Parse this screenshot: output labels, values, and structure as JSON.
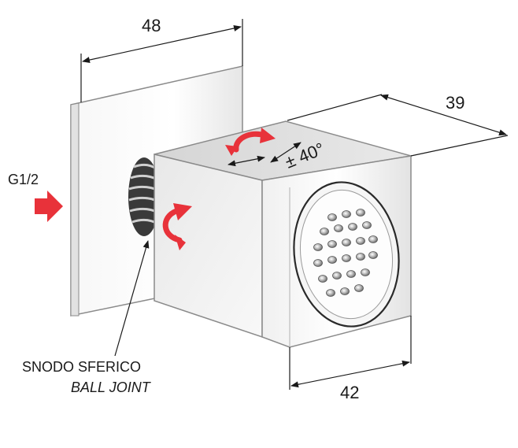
{
  "dimensions": {
    "width_top": "48",
    "depth_right": "39",
    "width_bottom": "42"
  },
  "rotation": {
    "angle_label": "± 40°"
  },
  "connection": {
    "thread_label": "G1/2"
  },
  "callout": {
    "line1": "SNODO SFERICO",
    "line2": "BALL JOINT"
  },
  "colors": {
    "arrow_red": "#e8323a",
    "dimension_line": "#1a1a1a",
    "metal_light": "#f4f4f4",
    "metal_mid": "#d9d9d9",
    "metal_dark": "#9a9a9a"
  },
  "icons": [
    "rotation-arrow-icon",
    "inlet-arrow-icon",
    "nozzle-icon"
  ]
}
